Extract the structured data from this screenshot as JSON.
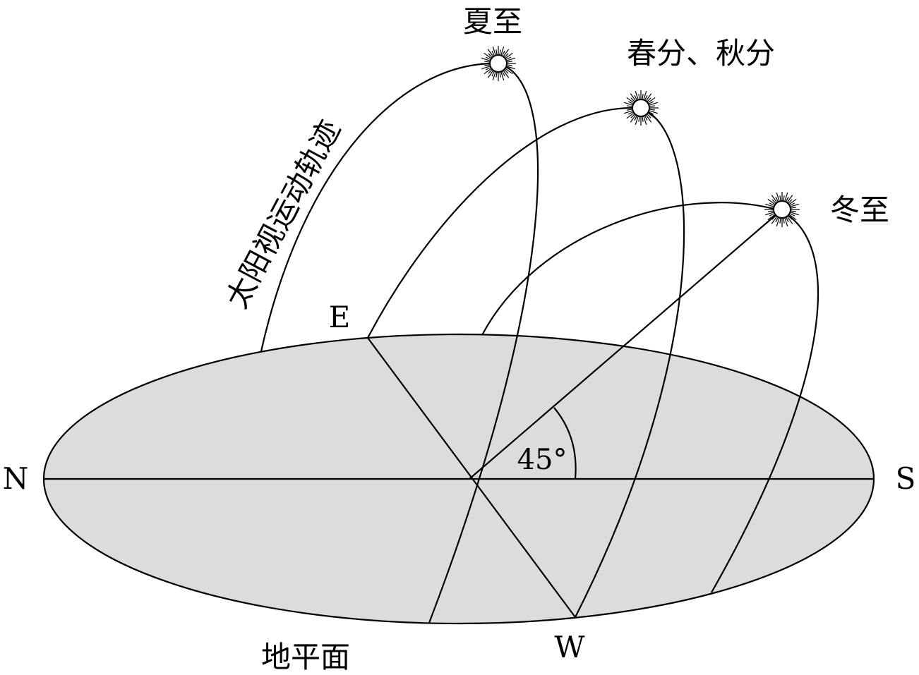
{
  "labels": {
    "summer_solstice": "夏至",
    "equinox": "春分、秋分",
    "winter_solstice": "冬至",
    "sun_path": "太阳视运动轨迹",
    "east": "E",
    "west": "W",
    "north": "N",
    "south": "S",
    "horizon": "地平面",
    "angle": "45°"
  },
  "colors": {
    "horizon_fill": "#dcdcdc",
    "line": "#000000"
  }
}
